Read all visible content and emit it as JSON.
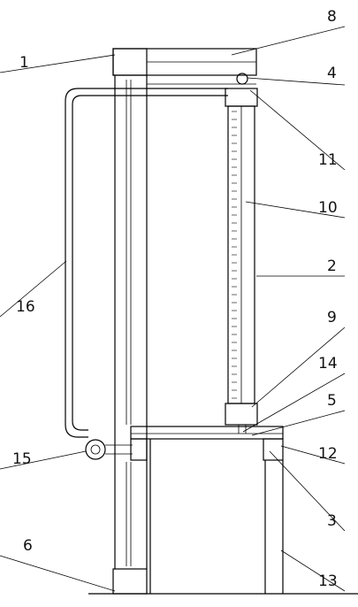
{
  "labels": {
    "l1": "1",
    "l2": "2",
    "l3": "3",
    "l4": "4",
    "l5": "5",
    "l6": "6",
    "l8": "8",
    "l9": "9",
    "l10": "10",
    "l11": "11",
    "l12": "12",
    "l13": "13",
    "l14": "14",
    "l15": "15",
    "l16": "16"
  }
}
